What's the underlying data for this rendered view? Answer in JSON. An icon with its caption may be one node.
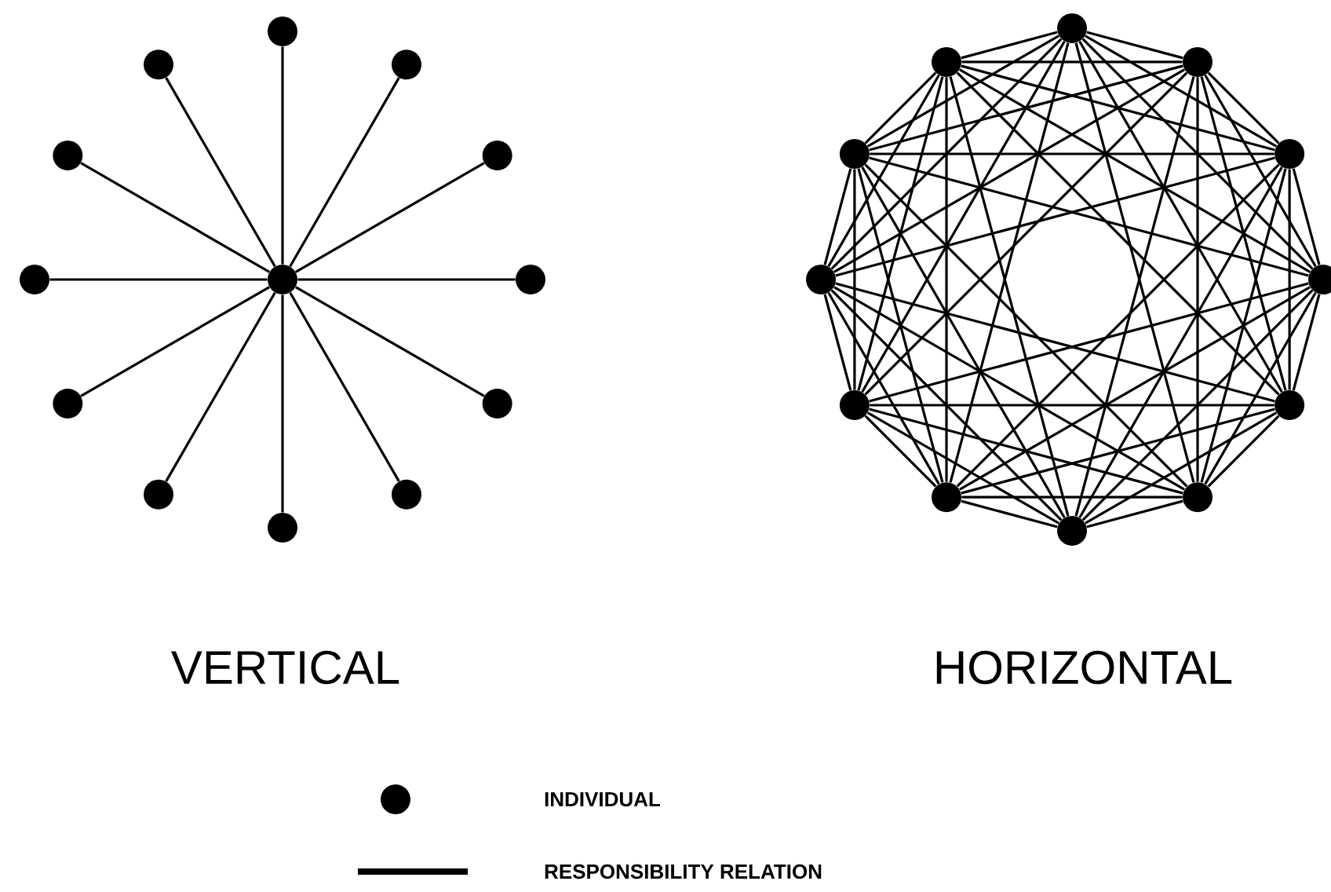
{
  "diagram": {
    "nodes": [
      {
        "text": [],
        "shape": "circle"
      },
      {
        "text": [],
        "shape": "circle"
      },
      {
        "text": [],
        "shape": "circle"
      },
      {
        "text": [],
        "shape": "circle"
      },
      {
        "text": [],
        "shape": "circle"
      },
      {
        "text": [],
        "shape": "circle"
      },
      {
        "text": [],
        "shape": "circle"
      },
      {
        "text": [],
        "shape": "circle"
      },
      {
        "text": [],
        "shape": "circle"
      },
      {
        "text": [],
        "shape": "circle"
      },
      {
        "text": [],
        "shape": "circle"
      },
      {
        "text": [],
        "shape": "circle"
      },
      {
        "text": [],
        "shape": "circle"
      },
      {
        "text": [],
        "shape": "circle"
      },
      {
        "text": [],
        "shape": "circle"
      },
      {
        "text": [],
        "shape": "circle"
      },
      {
        "text": [],
        "shape": "circle"
      },
      {
        "text": [],
        "shape": "circle"
      },
      {
        "text": [],
        "shape": "circle"
      },
      {
        "text": [],
        "shape": "circle"
      },
      {
        "text": [],
        "shape": "circle"
      },
      {
        "text": [],
        "shape": "circle"
      },
      {
        "text": [],
        "shape": "circle"
      },
      {
        "text": [],
        "shape": "circle"
      },
      {
        "text": [],
        "shape": "circle"
      }
    ],
    "edges": [
      {
        "from": 0,
        "to": 1,
        "arrow": "none"
      },
      {
        "from": 0,
        "to": 2,
        "arrow": "none"
      },
      {
        "from": 0,
        "to": 3,
        "arrow": "none"
      },
      {
        "from": 0,
        "to": 4,
        "arrow": "none"
      },
      {
        "from": 0,
        "to": 5,
        "arrow": "none"
      },
      {
        "from": 0,
        "to": 6,
        "arrow": "none"
      },
      {
        "from": 0,
        "to": 7,
        "arrow": "none"
      },
      {
        "from": 0,
        "to": 8,
        "arrow": "none"
      },
      {
        "from": 0,
        "to": 9,
        "arrow": "none"
      },
      {
        "from": 0,
        "to": 10,
        "arrow": "none"
      },
      {
        "from": 0,
        "to": 11,
        "arrow": "none"
      },
      {
        "from": 0,
        "to": 12,
        "arrow": "none"
      },
      {
        "from": 13,
        "to": 14,
        "arrow": "none"
      },
      {
        "from": 13,
        "to": 15,
        "arrow": "none"
      },
      {
        "from": 13,
        "to": 16,
        "arrow": "none"
      },
      {
        "from": 13,
        "to": 17,
        "arrow": "none"
      },
      {
        "from": 13,
        "to": 18,
        "arrow": "none"
      },
      {
        "from": 14,
        "to": 15,
        "arrow": "none"
      },
      {
        "from": 14,
        "to": 16,
        "arrow": "none"
      },
      {
        "from": 14,
        "to": 17,
        "arrow": "none"
      },
      {
        "from": 14,
        "to": 18,
        "arrow": "none"
      },
      {
        "from": 14,
        "to": 19,
        "arrow": "none"
      },
      {
        "from": 15,
        "to": 16,
        "arrow": "none"
      },
      {
        "from": 15,
        "to": 17,
        "arrow": "none"
      },
      {
        "from": 15,
        "to": 18,
        "arrow": "none"
      },
      {
        "from": 15,
        "to": 19,
        "arrow": "none"
      },
      {
        "from": 15,
        "to": 20,
        "arrow": "none"
      },
      {
        "from": 16,
        "to": 17,
        "arrow": "none"
      },
      {
        "from": 16,
        "to": 18,
        "arrow": "none"
      },
      {
        "from": 16,
        "to": 19,
        "arrow": "none"
      },
      {
        "from": 16,
        "to": 20,
        "arrow": "none"
      },
      {
        "from": 16,
        "to": 21,
        "arrow": "none"
      },
      {
        "from": 17,
        "to": 18,
        "arrow": "none"
      },
      {
        "from": 17,
        "to": 19,
        "arrow": "none"
      },
      {
        "from": 17,
        "to": 20,
        "arrow": "none"
      },
      {
        "from": 17,
        "to": 21,
        "arrow": "none"
      },
      {
        "from": 17,
        "to": 22,
        "arrow": "none"
      },
      {
        "from": 18,
        "to": 19,
        "arrow": "none"
      },
      {
        "from": 18,
        "to": 20,
        "arrow": "none"
      },
      {
        "from": 18,
        "to": 21,
        "arrow": "none"
      },
      {
        "from": 18,
        "to": 22,
        "arrow": "none"
      },
      {
        "from": 18,
        "to": 23,
        "arrow": "none"
      },
      {
        "from": 19,
        "to": 20,
        "arrow": "none"
      },
      {
        "from": 19,
        "to": 21,
        "arrow": "none"
      },
      {
        "from": 19,
        "to": 22,
        "arrow": "none"
      },
      {
        "from": 19,
        "to": 23,
        "arrow": "none"
      },
      {
        "from": 19,
        "to": 24,
        "arrow": "none"
      },
      {
        "from": 20,
        "to": 21,
        "arrow": "none"
      },
      {
        "from": 20,
        "to": 22,
        "arrow": "none"
      },
      {
        "from": 20,
        "to": 23,
        "arrow": "none"
      },
      {
        "from": 20,
        "to": 24,
        "arrow": "none"
      },
      {
        "from": 20,
        "to": 13,
        "arrow": "none"
      },
      {
        "from": 21,
        "to": 22,
        "arrow": "none"
      },
      {
        "from": 21,
        "to": 23,
        "arrow": "none"
      },
      {
        "from": 21,
        "to": 24,
        "arrow": "none"
      },
      {
        "from": 21,
        "to": 13,
        "arrow": "none"
      },
      {
        "from": 21,
        "to": 14,
        "arrow": "none"
      },
      {
        "from": 22,
        "to": 23,
        "arrow": "none"
      },
      {
        "from": 22,
        "to": 24,
        "arrow": "none"
      },
      {
        "from": 22,
        "to": 13,
        "arrow": "none"
      },
      {
        "from": 22,
        "to": 14,
        "arrow": "none"
      },
      {
        "from": 22,
        "to": 15,
        "arrow": "none"
      },
      {
        "from": 23,
        "to": 24,
        "arrow": "none"
      },
      {
        "from": 23,
        "to": 13,
        "arrow": "none"
      },
      {
        "from": 23,
        "to": 14,
        "arrow": "none"
      },
      {
        "from": 23,
        "to": 15,
        "arrow": "none"
      },
      {
        "from": 23,
        "to": 16,
        "arrow": "none"
      },
      {
        "from": 24,
        "to": 13,
        "arrow": "none"
      },
      {
        "from": 24,
        "to": 14,
        "arrow": "none"
      },
      {
        "from": 24,
        "to": 15,
        "arrow": "none"
      },
      {
        "from": 24,
        "to": 16,
        "arrow": "none"
      },
      {
        "from": 24,
        "to": 17,
        "arrow": "none"
      }
    ],
    "labels": [
      "VERTICAL",
      "HORIZONTAL"
    ],
    "legend": [
      {
        "text": "INDIVIDUAL"
      },
      {
        "text": "RESPONSIBILITY RELATION"
      }
    ]
  }
}
